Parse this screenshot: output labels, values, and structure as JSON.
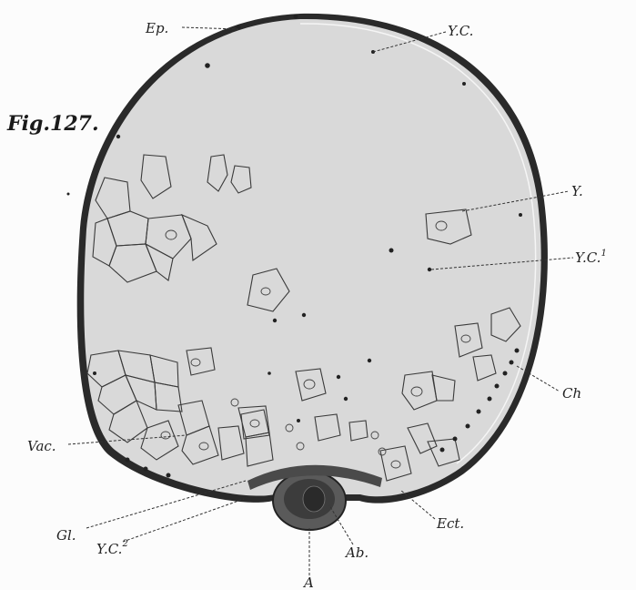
{
  "figure": {
    "title": "Fig.127.",
    "colors": {
      "background": "#fcfcfc",
      "yolk": "#d9d9d9",
      "outline": "#2a2a2a",
      "cell_stroke": "#3a3a3a",
      "embryo": "#5a5a5a"
    }
  },
  "labels": {
    "ep": "Ep.",
    "yc": "Y.C.",
    "y": "Y.",
    "yc1": "Y.C.",
    "yc1_sup": "1",
    "ch": "Ch",
    "vac": "Vac.",
    "gl": "Gl.",
    "yc2": "Y.C.",
    "yc2_sup": "2",
    "a": "A",
    "ab": "Ab.",
    "ect": "Ect."
  }
}
